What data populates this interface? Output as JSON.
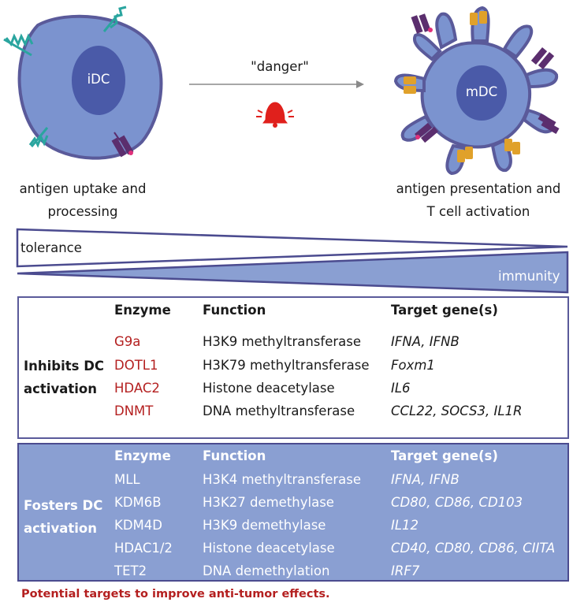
{
  "top": {
    "left_cell_label": "iDC",
    "right_cell_label": "mDC",
    "arrow_label": "\"danger\"",
    "left_caption": "antigen uptake and\nprocessing",
    "right_caption": "antigen presentation and\nT cell activation",
    "alarm_icon": "alarm-bell-icon",
    "colors": {
      "cell_body": "#7b93cf",
      "nucleus": "#4a5aa8",
      "membrane": "#5a5a9a",
      "antigen": "#2aa59f",
      "receptor_purple": "#5b2e6e",
      "receptor_orange": "#e0a12a",
      "alarm": "#e0201c"
    }
  },
  "gradient": {
    "tolerance_label": "tolerance",
    "immunity_label": "immunity",
    "colors": {
      "fill": "#8a9fd2",
      "outline": "#4b4b8f"
    }
  },
  "inhibits": {
    "row_label": "Inhibits DC\nactivation",
    "headers": {
      "enzyme": "Enzyme",
      "function": "Function",
      "targets": "Target gene(s)"
    },
    "rows": [
      {
        "enzyme": "G9a",
        "function": "H3K9 methyltransferase",
        "targets": "IFNA, IFNB"
      },
      {
        "enzyme": "DOTL1",
        "function": "H3K79 methyltransferase",
        "targets": "Foxm1"
      },
      {
        "enzyme": "HDAC2",
        "function": "Histone deacetylase",
        "targets": "IL6"
      },
      {
        "enzyme": "DNMT",
        "function": "DNA methyltransferase",
        "targets": "CCL22, SOCS3, IL1R"
      }
    ]
  },
  "fosters": {
    "row_label": "Fosters DC\nactivation",
    "headers": {
      "enzyme": "Enzyme",
      "function": "Function",
      "targets": "Target gene(s)"
    },
    "rows": [
      {
        "enzyme": "MLL",
        "function": "H3K4 methyltransferase",
        "targets": "IFNA, IFNB"
      },
      {
        "enzyme": "KDM6B",
        "function": "H3K27 demethylase",
        "targets": "CD80, CD86, CD103"
      },
      {
        "enzyme": "KDM4D",
        "function": "H3K9 demethylase",
        "targets": "IL12"
      },
      {
        "enzyme": "HDAC1/2",
        "function": "Histone deacetylase",
        "targets": "CD40, CD80, CD86, CIITA"
      },
      {
        "enzyme": "TET2",
        "function": "DNA demethylation",
        "targets": "IRF7"
      }
    ]
  },
  "footer": "Potential targets to improve anti-tumor effects."
}
